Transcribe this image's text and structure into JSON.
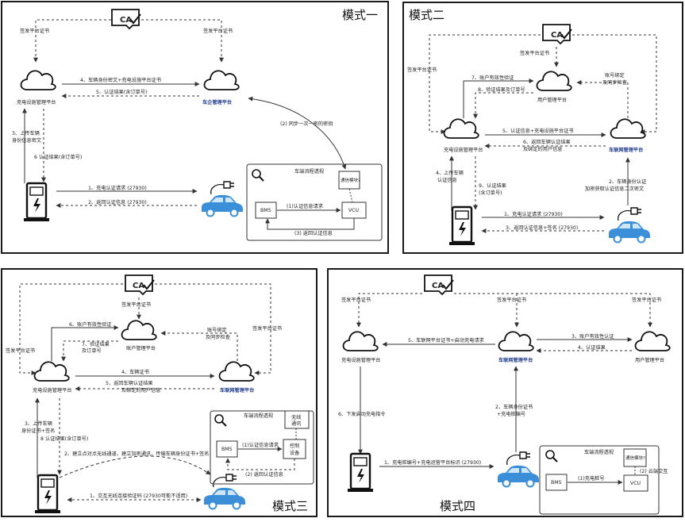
{
  "colors": {
    "car": "#3b8fd9",
    "border": "#1a1a1a",
    "arrow": "#333333",
    "brand_blue": "#1f3b8c"
  },
  "icons": [
    "ca-certificate-icon",
    "cloud-icon",
    "charger-icon",
    "car-plug-icon",
    "search-icon"
  ],
  "mode1": {
    "title": "模式一",
    "ca": "CA",
    "ca_left": "签发平台证书",
    "ca_right": "签发平台证书",
    "cloud_charge": "充电设施管理平台",
    "cloud_vehicle": "车企管理平台",
    "m4": "4、车辆身份密文+充电设施平台证书",
    "m5": "5、认证结果(含订单号)",
    "m3a": "3、上传车辆",
    "m3b": "身份信息密文",
    "m6": "6 认证结果(含订单号)",
    "m2": "(2) 同步一次一密的密钥",
    "m1": "1、充电认证请求 (27930)",
    "m2b": "2、返回认证信息 (27930)",
    "inset_title": "车端流程透视",
    "bms": "BMS",
    "vcu": "VCU",
    "module": "通信模块?",
    "i1": "(1)认证信息请求",
    "i3": "(3) 返回认证信息"
  },
  "mode2": {
    "title": "模式二",
    "ca": "CA",
    "ca_top": "签发平台证书",
    "ca_left": "签发平台证书",
    "cloud_user": "用户管理平台",
    "cloud_charge": "充电设施管理平台",
    "cloud_vehicle": "车联网管理平台",
    "m7": "7、账户有效性验证",
    "m8": "8、验证结果及订单号",
    "bind1": "账号绑定",
    "bind2": "及同步检查",
    "m5": "5、认证信息+充电设施平台证书",
    "m6a": "6、返回车辆认证结果",
    "m6b": "及绑定的用户信息",
    "m4a": "4、上传车辆",
    "m4b": "认证信息",
    "m9a": "9、认证结果",
    "m9b": "(含订单号)",
    "m2a": "2、车辆身份认证",
    "m2b": "加密获取认证信息二次密文",
    "m1": "1、充电认证请求 (27930)",
    "m3": "3、返回认证信息+签名 (27930)"
  },
  "mode3": {
    "title": "模式三",
    "ca": "CA",
    "ca_top": "签发平台证书",
    "ca_left": "签发平台证书",
    "ca_right": "签发平台证书",
    "cloud_user": "账户管理平台",
    "cloud_charge": "充电设施管理平台",
    "cloud_vehicle": "车联网管理平台",
    "m6": "6、账户有效性验证",
    "m7a": "7、验证结果",
    "m7b": "及订单号",
    "bind1": "账号绑定",
    "bind2": "及同步检查",
    "m4": "4、车辆证书",
    "m5a": "5、返回车辆认证结果",
    "m5b": "及绑定的用户信息",
    "m3a": "3、上传车辆",
    "m3b": "身份证书+签名",
    "m8": "8 认证结果(含订单号)",
    "m2": "2、建立点对点无线通道，建立加密通讯，传输车辆身份证书+签名",
    "m1": "1、交互无线连接验证码 (27930可能不适用)",
    "inset_title": "车端流程透视",
    "bms": "BMS",
    "wireless1": "无线",
    "wireless2": "通讯",
    "ctrl1": "控制",
    "ctrl2": "设备",
    "i1": "(1)认证信息请求",
    "i2": "(2) 返回认证信息"
  },
  "mode4": {
    "title": "模式四",
    "ca": "CA",
    "ca_left": "签发平台证书",
    "ca_mid": "签发平台证书",
    "ca_right": "签发平台证书",
    "cloud_charge": "充电设施管理平台",
    "cloud_vehicle": "车联网管理平台",
    "cloud_user": "用户管理平台",
    "m5": "5、车联网平台证书+启动充电请求",
    "m3": "3、账户有效性认证",
    "m4": "4、认证结果",
    "m6": "6、下发启动充电指令",
    "m2a": "2、车辆身份证书",
    "m2b": "+充电桩编号",
    "m1": "1、充电桩编号+充电运营平台标识 (27930)",
    "inset_title": "车端流程透视",
    "bms": "BMS",
    "vcu": "VCU",
    "module": "通信模块?",
    "i1": "(1)充电桩号",
    "i2": "(2) 云端交互"
  }
}
